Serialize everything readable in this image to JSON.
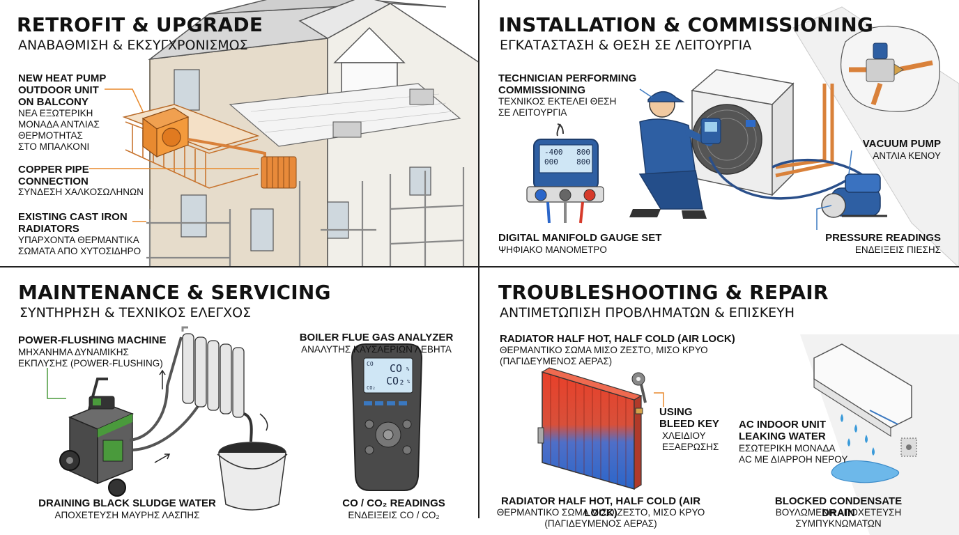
{
  "panels": {
    "retrofit": {
      "title": "RETROFIT & UPGRADE",
      "subtitle": "ΑΝΑΒΑΘΜΙΣΗ & ΕΚΣΥΓΧΡΟΝΙΣΜΟΣ",
      "labels": [
        {
          "en": "NEW HEAT PUMP\nOUTDOOR UNIT\nON BALCONY",
          "gr": "ΝΕΑ ΕΞΩΤΕΡΙΚΗ\nΜΟΝΑΔΑ ΑΝΤΛΙΑΣ\nΘΕΡΜΟΤΗΤΑΣ\nΣΤΟ ΜΠΑΛΚΟΝΙ"
        },
        {
          "en": "COPPER PIPE\nCONNECTION",
          "gr": "ΣΥΝΔΕΣΗ ΧΑΛΚΟΣΩΛΗΝΩΝ"
        },
        {
          "en": "EXISTING CAST IRON\nRADIATORS",
          "gr": "ΥΠΑΡΧΟΝΤΑ ΘΕΡΜΑΝΤΙΚΑ\nΣΩΜΑΤΑ ΑΠΟ ΧΥΤΟΣΙΔΗΡΟ"
        }
      ]
    },
    "installation": {
      "title": "INSTALLATION & COMMISSIONING",
      "subtitle": "ΕΓΚΑΤΑΣΤΑΣΗ & ΘΕΣΗ ΣΕ ΛΕΙΤΟΥΡΓΙΑ",
      "labels": [
        {
          "en": "TECHNICIAN PERFORMING\nCOMMISSIONING",
          "gr": "ΤΕΧΝΙΚΟΣ ΕΚΤΕΛΕΙ ΘΕΣΗ\nΣΕ ΛΕΙΤΟΥΡΓΙΑ"
        },
        {
          "en": "VACUUM PUMP",
          "gr": "ΑΝΤΛΙΑ ΚΕΝΟΥ"
        },
        {
          "en": "DIGITAL MANIFOLD GAUGE SET",
          "gr": "ΨΗΦΙΑΚΟ ΜΑΝΟΜΕΤΡΟ"
        },
        {
          "en": "PRESSURE READINGS",
          "gr": "ΕΝΔΕΙΞΕΙΣ ΠΙΕΣΗΣ"
        }
      ],
      "gauge": {
        "row1a": "-400",
        "row1b": "800",
        "row2a": "000",
        "row2b": "800"
      }
    },
    "maintenance": {
      "title": "MAINTENANCE & SERVICING",
      "subtitle": "ΣΥΝΤΗΡΗΣΗ & ΤΕΧΝΙΚΟΣ ΕΛΕΓΧΟΣ",
      "labels": [
        {
          "en": "POWER-FLUSHING MACHINE",
          "gr": "ΜΗΧΑΝΗΜΑ ΔΥΝΑΜΙΚΗΣ\nΕΚΠΛΥΣΗΣ (POWER-FLUSHING)"
        },
        {
          "en": "BOILER FLUE GAS ANALYZER",
          "gr": "ΑΝΑΛΥΤΗΣ ΚΑΥΣΑΕΡΙΩΝ ΛΕΒΗΤΑ"
        },
        {
          "en": "DRAINING BLACK SLUDGE WATER",
          "gr": "ΑΠΟΧΕΤΕΥΣΗ ΜΑΥΡΗΣ ΛΑΣΠΗΣ"
        },
        {
          "en": "CO / CO₂ READINGS",
          "gr": "ΕΝΔΕΙΞΕΙΣ CO / CO₂"
        }
      ],
      "analyzer": {
        "tag": "CO",
        "line1": "CO",
        "unit1": "%",
        "line2": "CO₂",
        "unit2": "%",
        "foot": "CO₂"
      }
    },
    "troubleshooting": {
      "title": "TROUBLESHOOTING & REPAIR",
      "subtitle": "ΑΝΤΙΜΕΤΩΠΙΣΗ ΠΡΟΒΛΗΜΑΤΩΝ & ΕΠΙΣΚΕΥΗ",
      "labels": [
        {
          "en": "RADIATOR HALF HOT, HALF COLD (AIR LOCK)",
          "gr": "ΘΕΡΜΑΝΤΙΚΟ ΣΩΜΑ ΜΙΣΟ ΖΕΣΤΟ, ΜΙΣΟ ΚΡΥΟ\n(ΠΑΓΙΔΕΥΜΕΝΟΣ ΑΕΡΑΣ)"
        },
        {
          "en": "USING\nBLEED KEY",
          "gr": "ΧΛΕΙΔΙΟΥ\nΕΞΑΕΡΩΣΗΣ"
        },
        {
          "en": "AC INDOOR UNIT\nLEAKING WATER",
          "gr": "ΕΣΩΤΕΡΙΚΗ ΜΟΝΑΔΑ\nAC ΜΕ ΔΙΑΡΡΟΗ ΝΕΡΟΥ"
        },
        {
          "en": "RADIATOR HALF HOT, HALF COLD (AIR LOCK)",
          "gr": "ΘΕΡΜΑΝΤΙΚΟ ΣΩΜΑ ΜΙΣΟ ΖΕΣΤΟ, ΜΙΣΟ ΚΡΥΟ\n(ΠΑΓΙΔΕΥΜΕΝΟΣ ΑΕΡΑΣ)"
        },
        {
          "en": "BLOCKED CONDENSATE DRAIN",
          "gr": "ΒΟΥΛΩΜΕΝΗ ΑΠΟΧΕΤΕΥΣΗ\nΣΥΜΠΥΚΝΩΜΑΤΩΝ"
        }
      ]
    }
  },
  "colors": {
    "copper": "#d9813a",
    "gauge_blue": "#2e5fa3",
    "flush_green": "#4a9a3c",
    "hot": "#e8402a",
    "cold": "#2b66c9",
    "leader_orange": "#e8892b",
    "leader_blue": "#3a78c0",
    "leader_green": "#4a9a3c"
  }
}
